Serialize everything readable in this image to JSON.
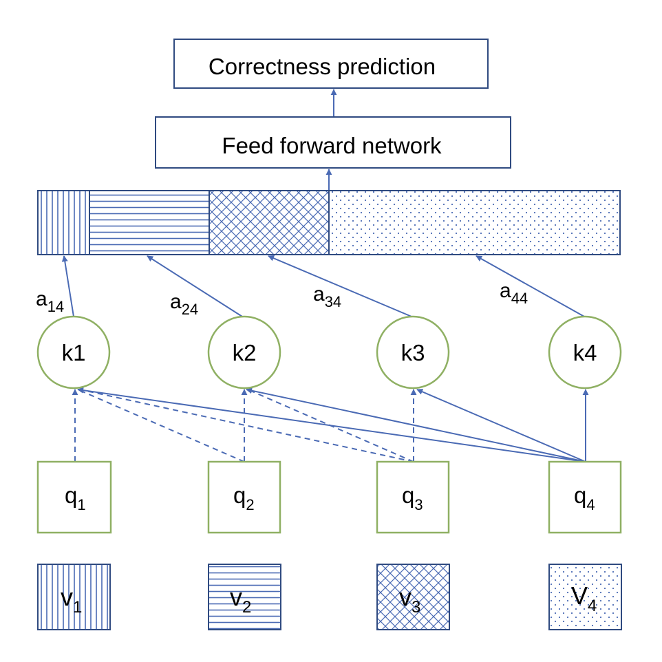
{
  "colors": {
    "blue": "#4a6ab4",
    "green": "#8fb063",
    "text": "#000000"
  },
  "top_box": {
    "label": "Correctness prediction"
  },
  "ffn_box": {
    "label": "Feed forward network"
  },
  "weights": [
    {
      "base": "a",
      "sub": "14"
    },
    {
      "base": "a",
      "sub": "24"
    },
    {
      "base": "a",
      "sub": "34"
    },
    {
      "base": "a",
      "sub": "44"
    }
  ],
  "keys": [
    {
      "label": "k1"
    },
    {
      "label": "k2"
    },
    {
      "label": "k3"
    },
    {
      "label": "k4"
    }
  ],
  "queries": [
    {
      "base": "q",
      "sub": "1"
    },
    {
      "base": "q",
      "sub": "2"
    },
    {
      "base": "q",
      "sub": "3"
    },
    {
      "base": "q",
      "sub": "4"
    }
  ],
  "values": [
    {
      "base": "v",
      "sub": "1",
      "pattern": "vertical-lines"
    },
    {
      "base": "v",
      "sub": "2",
      "pattern": "horizontal-lines"
    },
    {
      "base": "v",
      "sub": "3",
      "pattern": "crosshatch"
    },
    {
      "base": "V",
      "sub": "4",
      "pattern": "dots"
    }
  ]
}
